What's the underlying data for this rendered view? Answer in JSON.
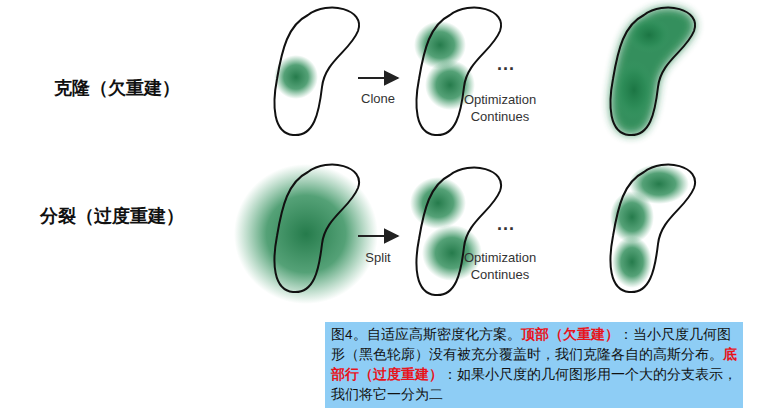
{
  "diagram": {
    "nodes": [
      {
        "text": [
          "图4。自适应高斯密度化方案。",
          "顶部（欠重建）",
          "：当小尺度几何图形（黑色轮廓）没有被充分覆盖时，我们克隆各自的高斯分布。",
          "底部行（过度重建）",
          "：如果小尺度的几何图形用一个大的分支表示，我们将它一分为二"
        ]
      }
    ],
    "labels": [
      "克隆（欠重建）",
      "Clone",
      "...",
      "Optimization Continues",
      "分裂（过度重建）",
      "Split",
      "...",
      "Optimization Continues"
    ]
  }
}
